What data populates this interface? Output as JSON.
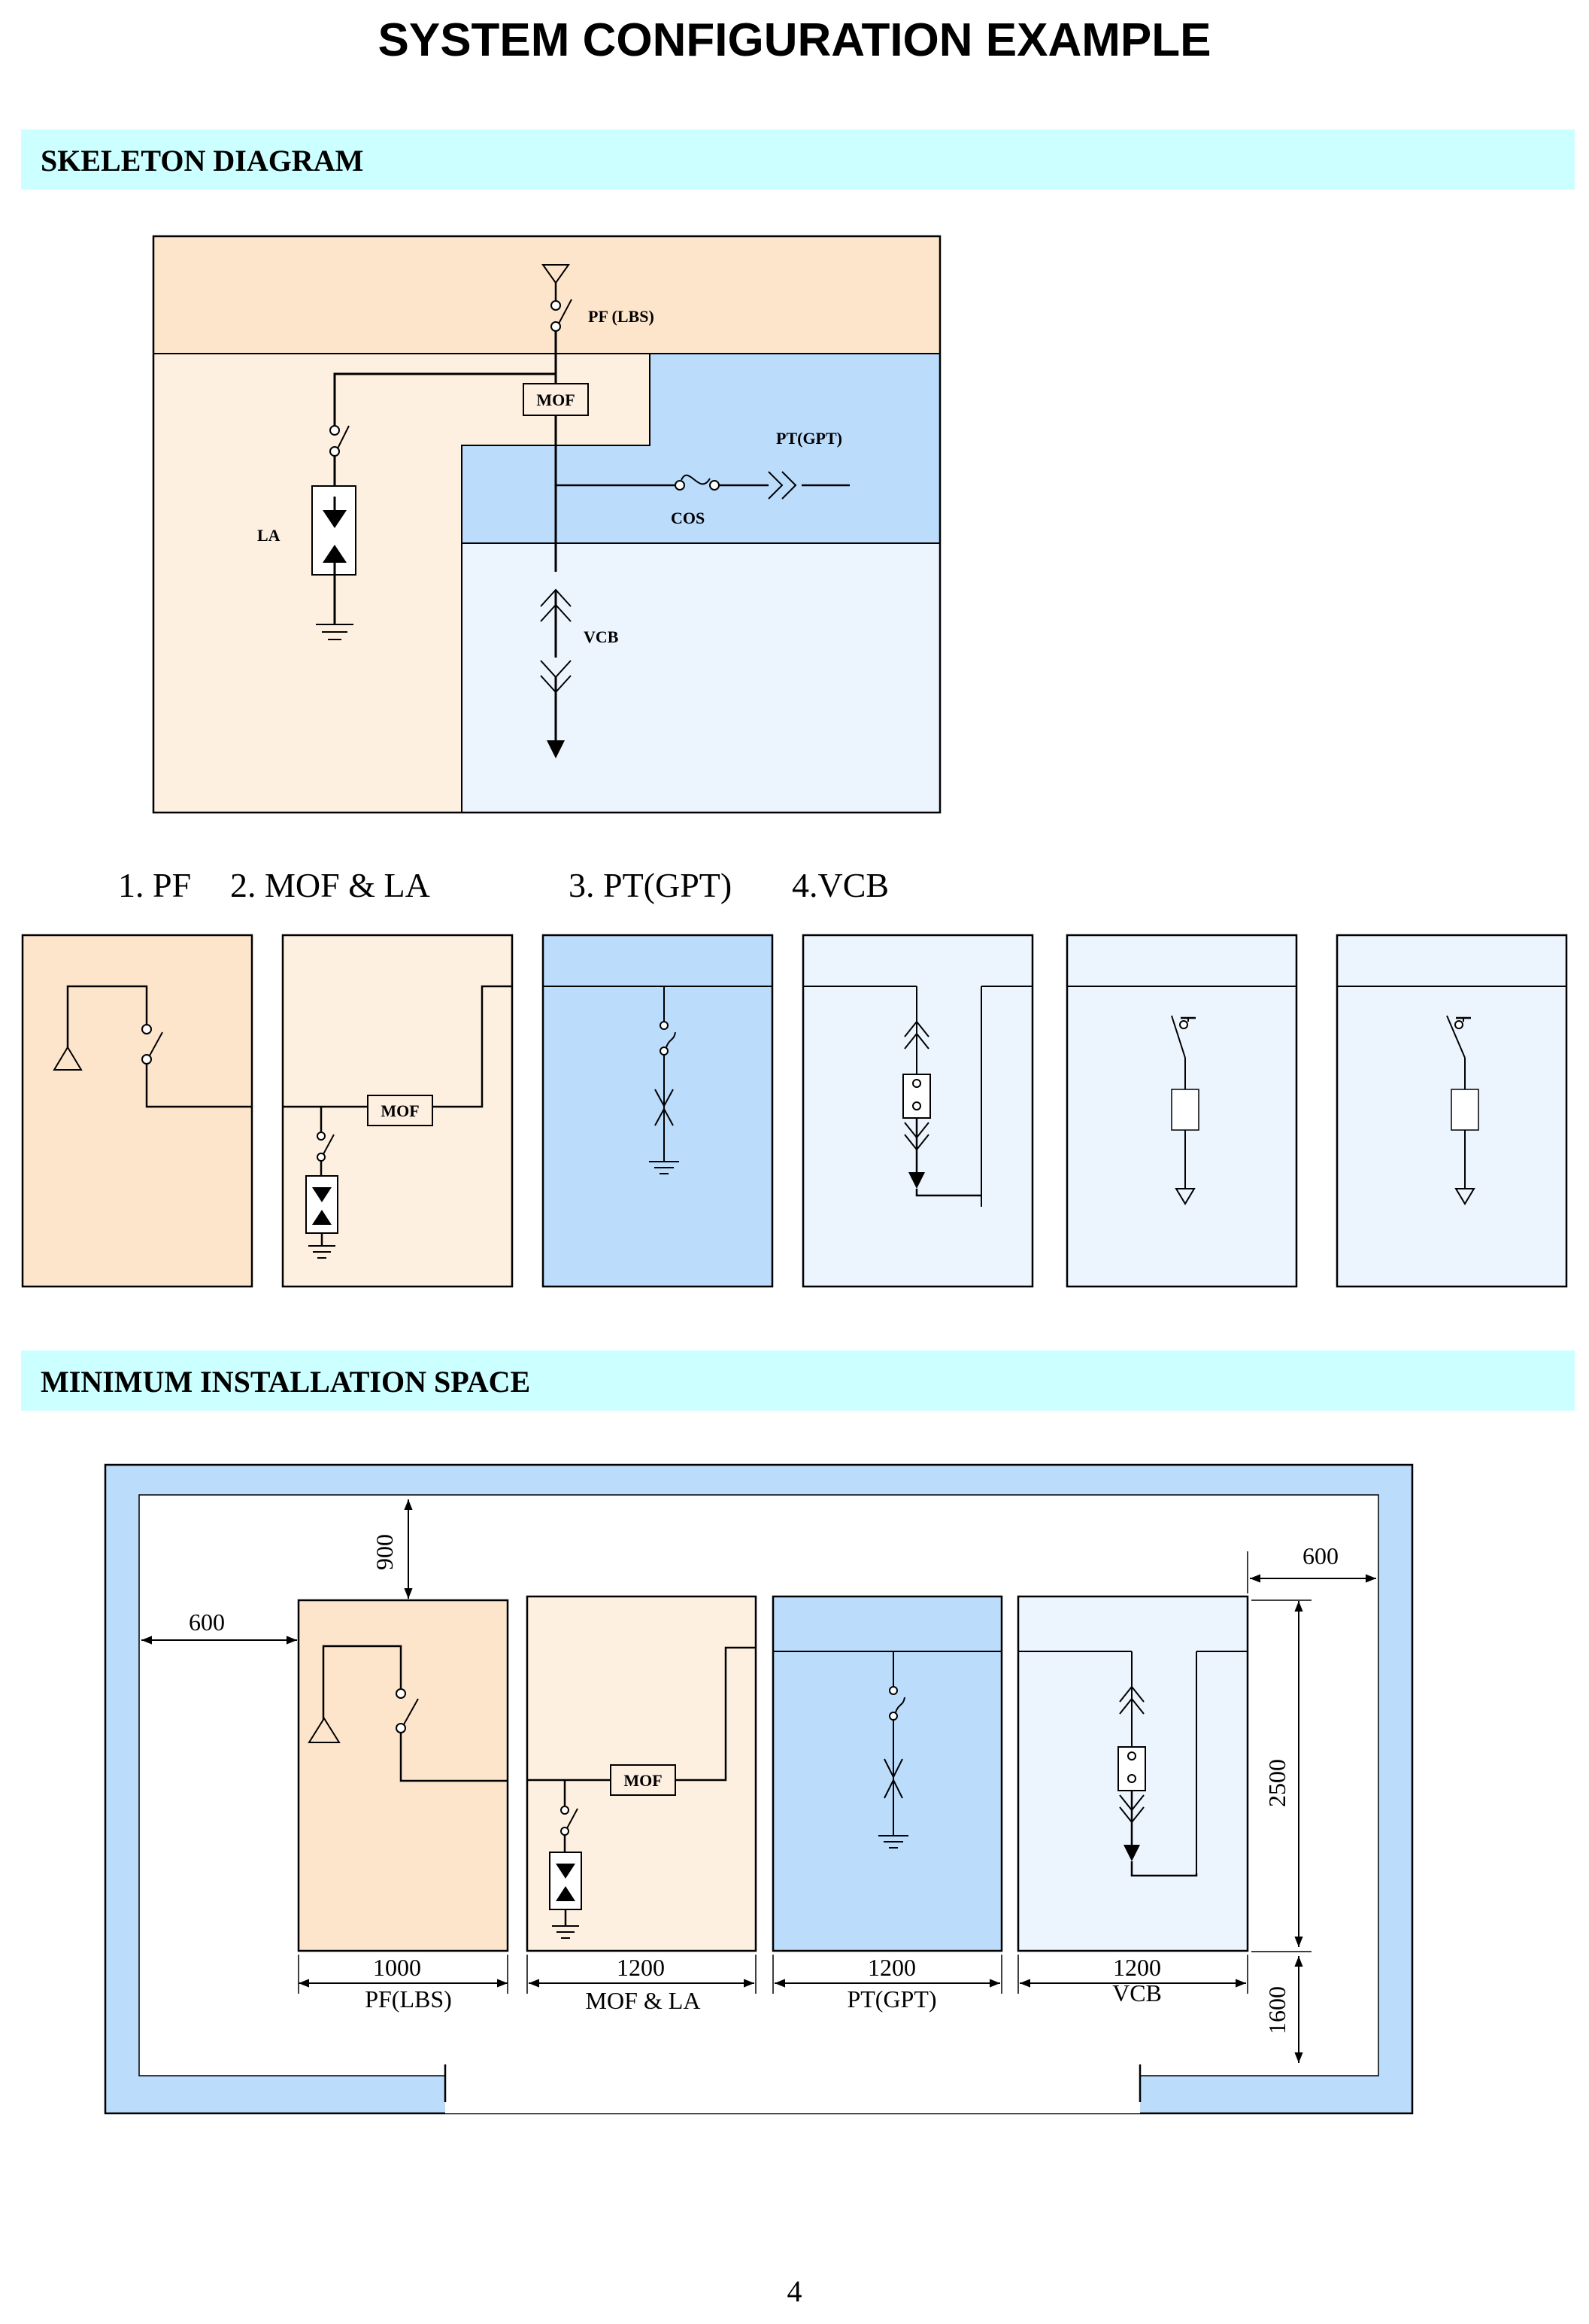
{
  "page_title": "SYSTEM CONFIGURATION EXAMPLE",
  "sections": {
    "skeleton": "SKELETON DIAGRAM",
    "min_space": "MINIMUM INSTALLATION SPACE"
  },
  "skeleton_labels": {
    "pf": "PF (LBS)",
    "mof": "MOF",
    "pt": "PT(GPT)",
    "cos": "COS",
    "la": "LA",
    "vcb": "VCB"
  },
  "panel_labels": [
    "1. PF",
    "2. MOF & LA",
    "3. PT(GPT)",
    "4.VCB"
  ],
  "panel_mof": "MOF",
  "layout_dims": {
    "top_clearance": "900",
    "left_clearance": "600",
    "right_clearance": "600",
    "panel_height": "2500",
    "front_clearance": "1600",
    "widths": [
      "1000",
      "1200",
      "1200",
      "1200"
    ],
    "names": [
      "PF(LBS)",
      "MOF & LA",
      "PT(GPT)",
      "VCB"
    ]
  },
  "layout_mof": "MOF",
  "page_number": "4",
  "colors": {
    "pf": "#fde5cc",
    "mof": "#fef0e1",
    "pt": "#bcdcfc",
    "vcb": "#ecf4fd",
    "band": "#ccffff"
  }
}
